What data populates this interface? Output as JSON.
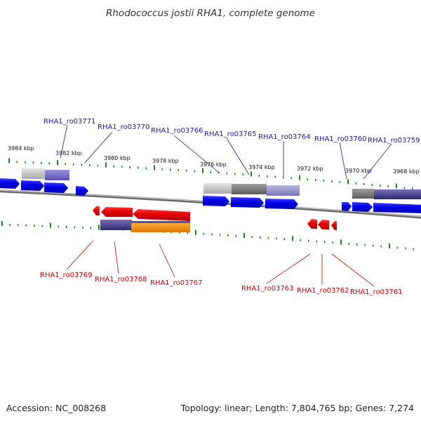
{
  "title": "Rhodococcus jostii RHA1, complete genome",
  "footer": {
    "accession": "Accession: NC_008268",
    "topology": "Topology: linear; Length: 7,804,765 bp; Genes: 7,274"
  },
  "colors": {
    "forward_gene": "#0000ee",
    "reverse_gene": "#ee0000",
    "forward_label": "#1a1aa6",
    "reverse_label": "#cc0000",
    "tick": "#1a8a1a",
    "backbone": "#888888"
  },
  "scale": {
    "upper": [
      "3984 kbp",
      "3982 kbp",
      "3980 kbp",
      "3978 kbp",
      "3976 kbp",
      "3974 kbp",
      "3972 kbp",
      "3970 kbp",
      "3968 kbp"
    ]
  },
  "genes": {
    "forward": [
      "RHA1_ro03771",
      "RHA1_ro03770",
      "RHA1_ro03766",
      "RHA1_ro03765",
      "RHA1_ro03764",
      "RHA1_ro03760",
      "RHA1_ro03759"
    ],
    "reverse": [
      "RHA1_ro03769",
      "RHA1_ro03768",
      "RHA1_ro03767",
      "RHA1_ro03763",
      "RHA1_ro03762",
      "RHA1_ro03761"
    ]
  }
}
